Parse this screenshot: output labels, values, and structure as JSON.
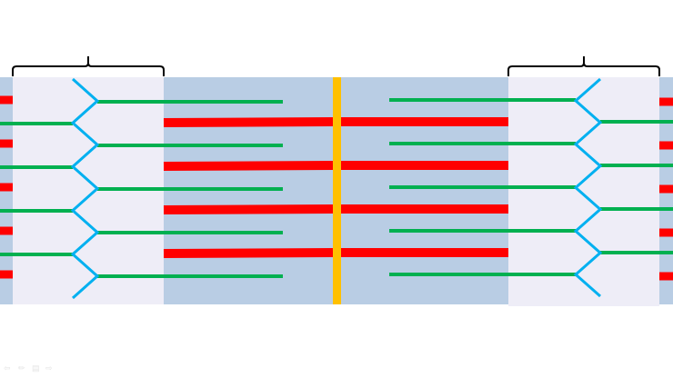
{
  "diagram": {
    "type": "sarcomere",
    "colors": {
      "band": "#b9cde4",
      "light_band": "#eeedf7",
      "thin_filament": "#00b050",
      "thick_filament": "#ff0000",
      "z_line": "#00b0f0",
      "m_line": "#ffc000",
      "bracket": "#000000"
    },
    "thick_filament_count": 4,
    "thin_filament_count_per_side": 5
  },
  "controls": {
    "icons": [
      "prev-icon",
      "pen-icon",
      "menu-icon",
      "next-icon"
    ]
  }
}
